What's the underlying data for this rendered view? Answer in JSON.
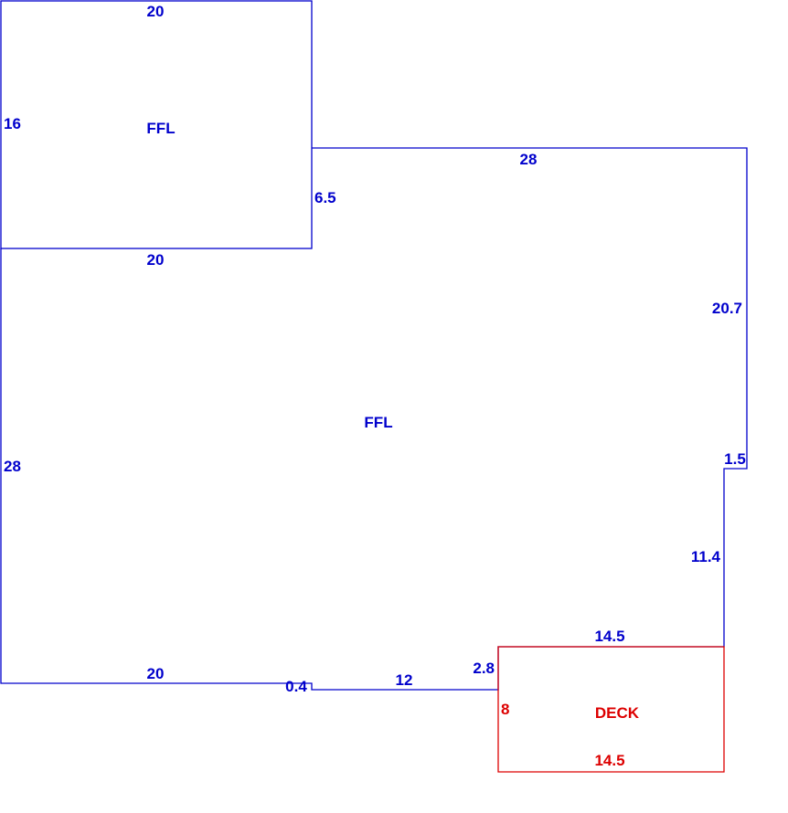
{
  "colors": {
    "main": "#0000cc",
    "deck": "#dd0000"
  },
  "rooms": {
    "upper": {
      "label": "FFL"
    },
    "main": {
      "label": "FFL"
    },
    "deck": {
      "label": "DECK"
    }
  },
  "dimensions": {
    "upper_top": "20",
    "upper_left": "16",
    "upper_bottom": "20",
    "step_6_5": "6.5",
    "top_28": "28",
    "right_20_7": "20.7",
    "jog_1_5": "1.5",
    "right_11_4": "11.4",
    "left_28": "28",
    "bottom_20": "20",
    "bottom_0_4": "0.4",
    "bottom_12": "12",
    "bottom_2_8": "2.8",
    "deck_top": "14.5",
    "deck_left": "8",
    "deck_bottom": "14.5"
  }
}
